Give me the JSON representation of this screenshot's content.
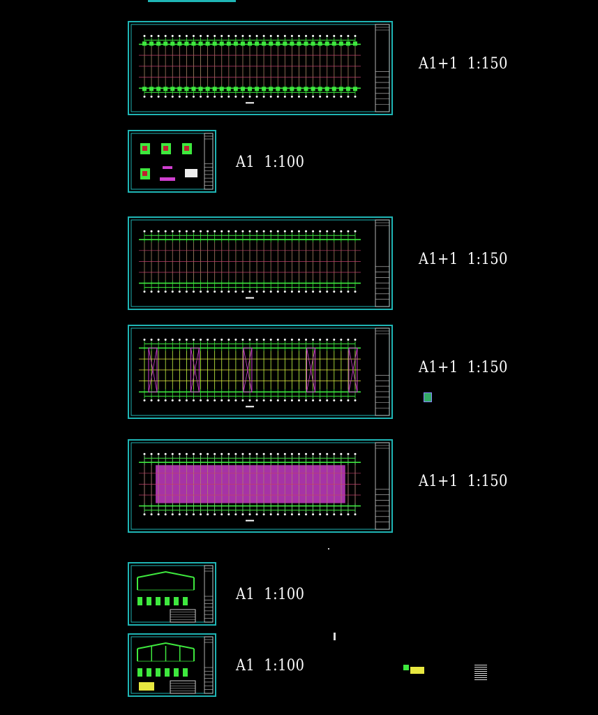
{
  "canvas": {
    "background": "#000000",
    "frame_color": "#1fb5b5"
  },
  "sheets": [
    {
      "kind": "foundation-plan",
      "label": "A1+1  1:150"
    },
    {
      "kind": "details",
      "label": "A1  1:100"
    },
    {
      "kind": "grid-plan",
      "label": "A1+1  1:150"
    },
    {
      "kind": "bracing-plan",
      "label": "A1+1  1:150"
    },
    {
      "kind": "roof-plan",
      "label": "A1+1  1:150"
    },
    {
      "kind": "frame-single",
      "label": "A1  1:100"
    },
    {
      "kind": "frame-multi",
      "label": "A1  1:100"
    }
  ],
  "colors": {
    "green": "#3ee83e",
    "red": "#c0406a",
    "magenta": "#d040d0",
    "yellow": "#e8e840",
    "white": "#ffffff"
  }
}
